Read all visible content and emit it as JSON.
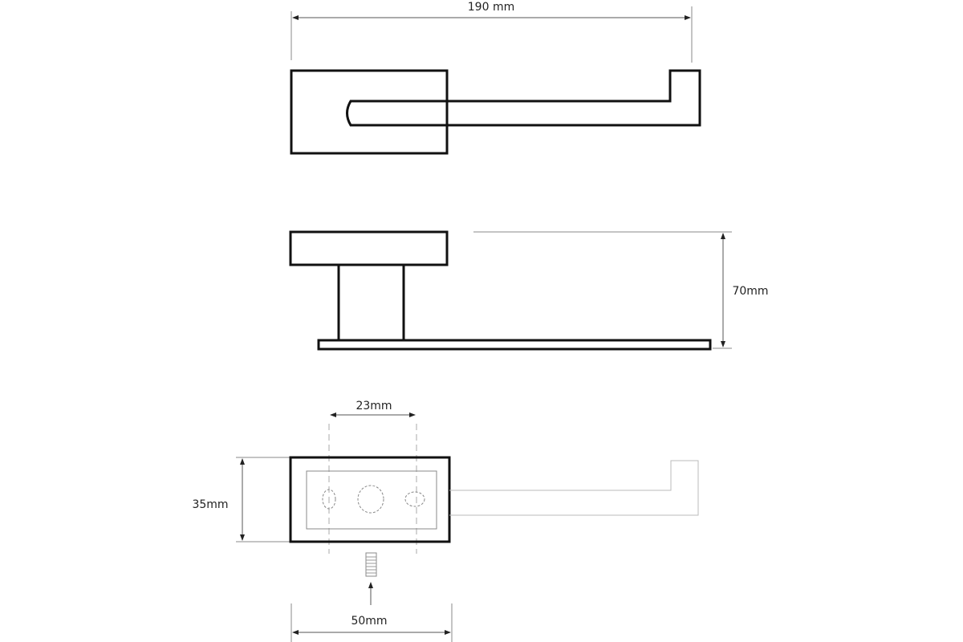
{
  "dimensions": {
    "width_total": "190 mm",
    "height": "70mm",
    "hole_spacing": "23mm",
    "plate_height": "35mm",
    "plate_width": "50mm"
  }
}
